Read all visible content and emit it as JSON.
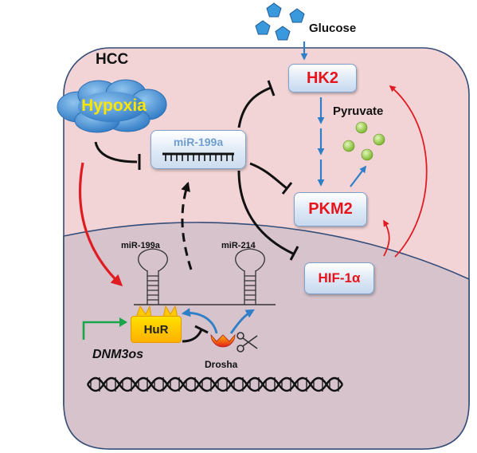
{
  "labels": {
    "glucose": "Glucose",
    "hcc": "HCC",
    "hypoxia": "Hypoxia",
    "mir199a_box": "miR-199a",
    "hk2": "HK2",
    "pyruvate": "Pyruvate",
    "pkm2": "PKM2",
    "hif1a": "HIF-1α",
    "hairpin_199a": "miR-199a",
    "hairpin_214": "miR-214",
    "hur": "HuR",
    "dnm3os": "DNM3os",
    "drosha": "Drosha"
  },
  "colors": {
    "cell_fill": "#f2d4d6",
    "nucleus_fill": "#d6c3cc",
    "activation_red": "#e01b22",
    "flux_blue": "#2e7fc8",
    "inhibition_black": "#111111",
    "node_text_red": "#e8141b",
    "glucose_blue": "#3a98dc",
    "pyruvate_green": "#8cc83c",
    "hur_yellow": "#ffc800",
    "promoter_green": "#19a64a"
  }
}
